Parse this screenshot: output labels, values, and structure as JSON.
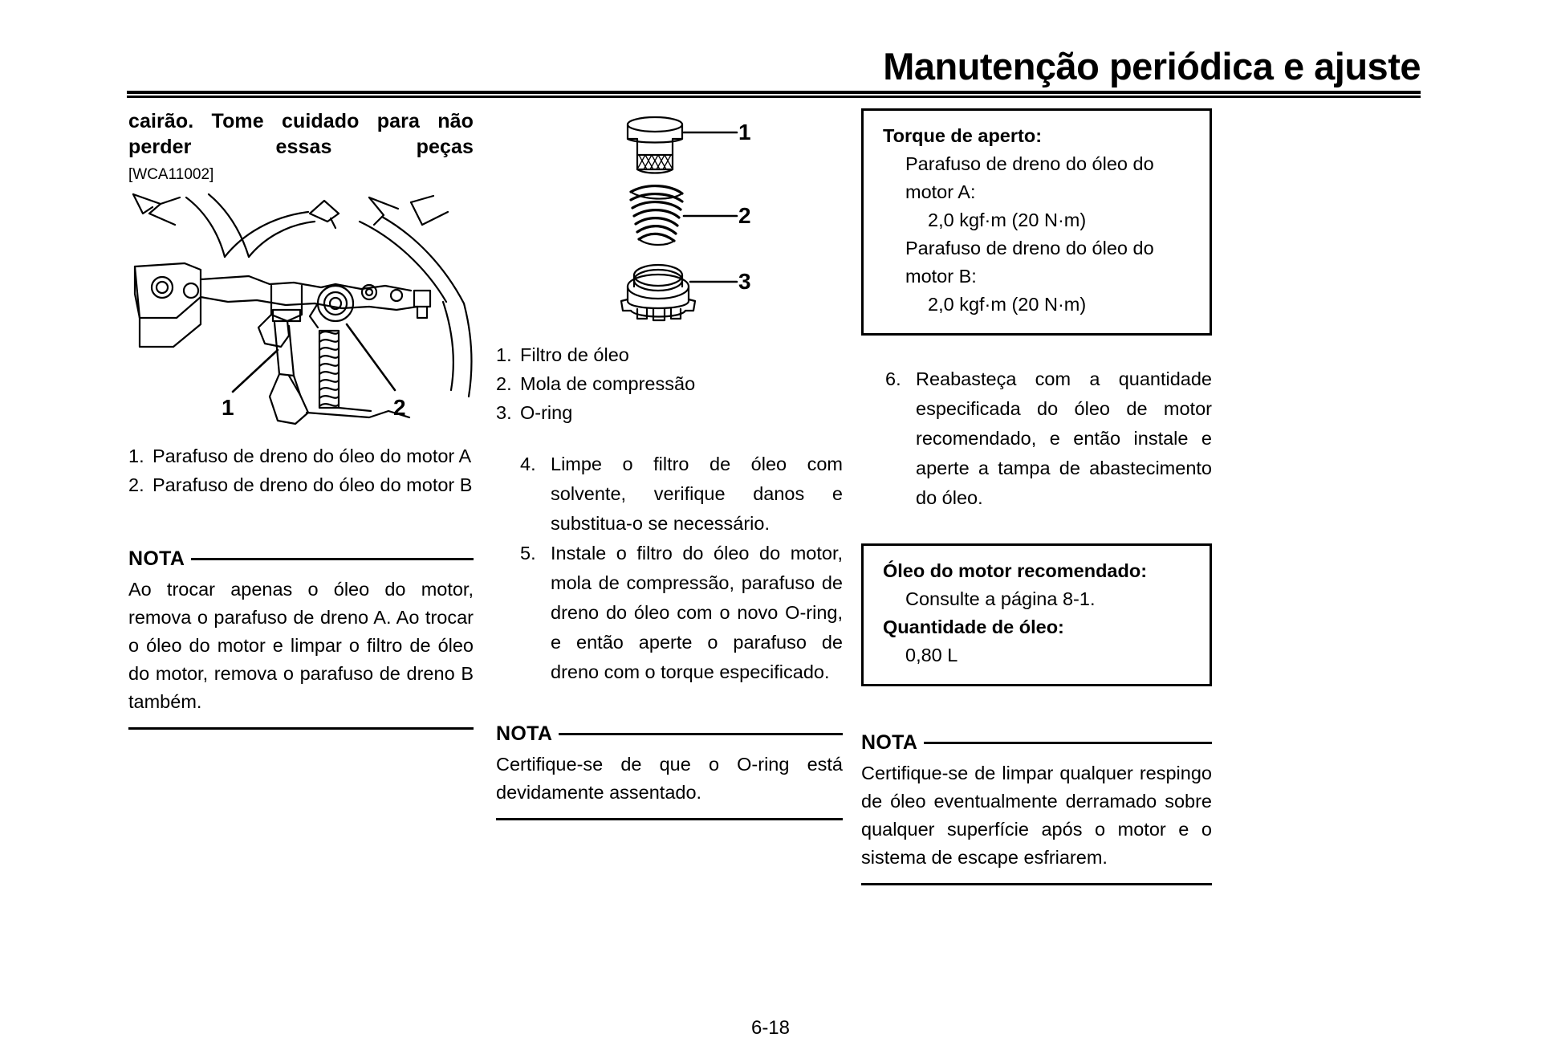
{
  "header": {
    "title": "Manutenção periódica e ajuste"
  },
  "folio": "6-18",
  "col1": {
    "lead_paragraph": "cairão. Tome cuidado para não perder essas peças",
    "code_tag": "[WCA11002]",
    "figure_callouts": [
      "1",
      "2"
    ],
    "legend": [
      {
        "num": "1.",
        "text": "Parafuso de dreno do óleo do motor A"
      },
      {
        "num": "2.",
        "text": "Parafuso de dreno do óleo do motor B"
      }
    ],
    "nota": {
      "label": "NOTA",
      "body": "Ao trocar apenas o óleo do motor, remova o parafuso de dreno A. Ao trocar o óleo do motor e limpar o filtro de óleo do motor, remova o parafuso de dreno B também."
    }
  },
  "col2": {
    "figure_callouts": [
      "1",
      "2",
      "3"
    ],
    "legend": [
      {
        "num": "1.",
        "text": "Filtro de óleo"
      },
      {
        "num": "2.",
        "text": "Mola de compressão"
      },
      {
        "num": "3.",
        "text": "O-ring"
      }
    ],
    "steps": [
      {
        "num": "4.",
        "text": "Limpe o filtro de óleo com solvente, verifique danos e substitua-o se necessário."
      },
      {
        "num": "5.",
        "text": "Instale o filtro do óleo do motor, mola de compressão, parafuso de dreno do óleo com o novo O-ring, e então aperte o parafuso de dreno com o torque especificado."
      }
    ],
    "nota": {
      "label": "NOTA",
      "body": "Certifique-se de que o O-ring está devidamente assentado."
    }
  },
  "col3": {
    "torque_box": {
      "title": "Torque de aperto:",
      "lines": [
        {
          "text": "Parafuso de dreno do óleo do",
          "indent": 1,
          "bold": false
        },
        {
          "text": "motor A:",
          "indent": 1,
          "bold": false
        },
        {
          "text": "2,0 kgf·m (20 N·m)",
          "indent": 2,
          "bold": false
        },
        {
          "text": "Parafuso de dreno do óleo do",
          "indent": 1,
          "bold": false
        },
        {
          "text": "motor B:",
          "indent": 1,
          "bold": false
        },
        {
          "text": "2,0 kgf·m (20 N·m)",
          "indent": 2,
          "bold": false
        }
      ]
    },
    "steps": [
      {
        "num": "6.",
        "text": "Reabasteça com a quantidade especificada do óleo de motor recomendado, e então instale e aperte a tampa de abastecimento do óleo."
      }
    ],
    "oil_box": {
      "title": "Óleo do motor recomendado:",
      "line1": "Consulte a página 8-1.",
      "subtitle": "Quantidade de óleo:",
      "line2": "0,80 L"
    },
    "nota": {
      "label": "NOTA",
      "body": "Certifique-se de limpar qualquer respingo de óleo eventualmente derramado sobre qualquer superfície após o motor e o sistema de escape esfriarem."
    }
  }
}
